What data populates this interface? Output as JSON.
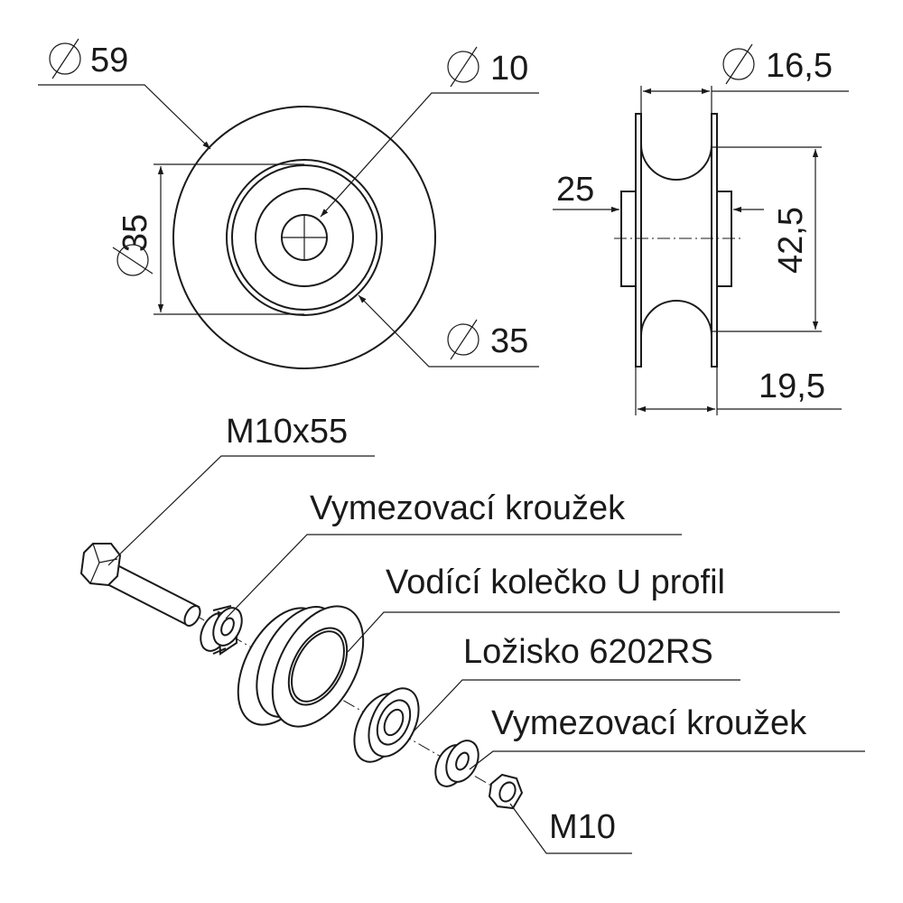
{
  "front_view": {
    "outer_diameter": "59",
    "bore_diameter": "10",
    "hub_diameter_left": "35",
    "hub_diameter_right": "35"
  },
  "side_view": {
    "groove_width": "16,5",
    "hub_label": "25",
    "groove_bottom": "42,5",
    "total_width": "19,5"
  },
  "exploded_view": {
    "bolt": "M10x55",
    "spacer_1": "Vymezovací kroužek",
    "wheel": "Vodící kolečko U profil",
    "bearing": "Ložisko 6202RS",
    "spacer_2": "Vymezovací kroužek",
    "nut": "M10"
  },
  "symbols": {
    "diameter": "diameter-symbol"
  }
}
